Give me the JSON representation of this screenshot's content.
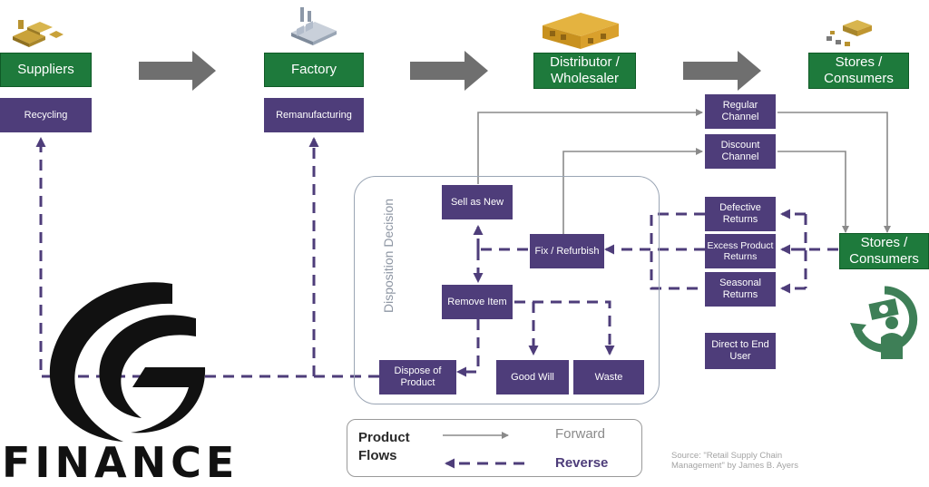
{
  "stages": {
    "suppliers": "Suppliers",
    "factory": "Factory",
    "distributor": "Distributor / Wholesaler",
    "stores_top": "Stores / Consumers",
    "stores_side": "Stores / Consumers"
  },
  "boxes": {
    "recycling": "Recycling",
    "remanufacturing": "Remanufacturing",
    "regular_channel": "Regular Channel",
    "discount_channel": "Discount Channel",
    "defective_returns": "Defective Returns",
    "excess_returns": "Excess Product Returns",
    "seasonal_returns": "Seasonal Returns",
    "direct_end_user": "Direct to End User",
    "sell_as_new": "Sell as New",
    "fix_refurbish": "Fix / Refurbish",
    "remove_item": "Remove Item",
    "dispose_product": "Dispose of Product",
    "good_will": "Good Will",
    "waste": "Waste"
  },
  "disposition_label": "Disposition Decision",
  "legend": {
    "title": "Product Flows",
    "forward": "Forward",
    "reverse": "Reverse"
  },
  "source": "Source: \"Retail Supply Chain Management\" by James B. Ayers",
  "logo": {
    "wordmark": "FINANCE"
  },
  "colors": {
    "stage_green": "#1e7a3c",
    "box_purple": "#4e3d7a",
    "reverse_dash": "#4e3d7a",
    "forward_line": "#8a8a8a",
    "big_arrow": "#6f6f6f"
  },
  "icons": [
    "supplies-icon",
    "factory-icon",
    "warehouse-icon",
    "stores-icon",
    "consumer-return-icon"
  ]
}
